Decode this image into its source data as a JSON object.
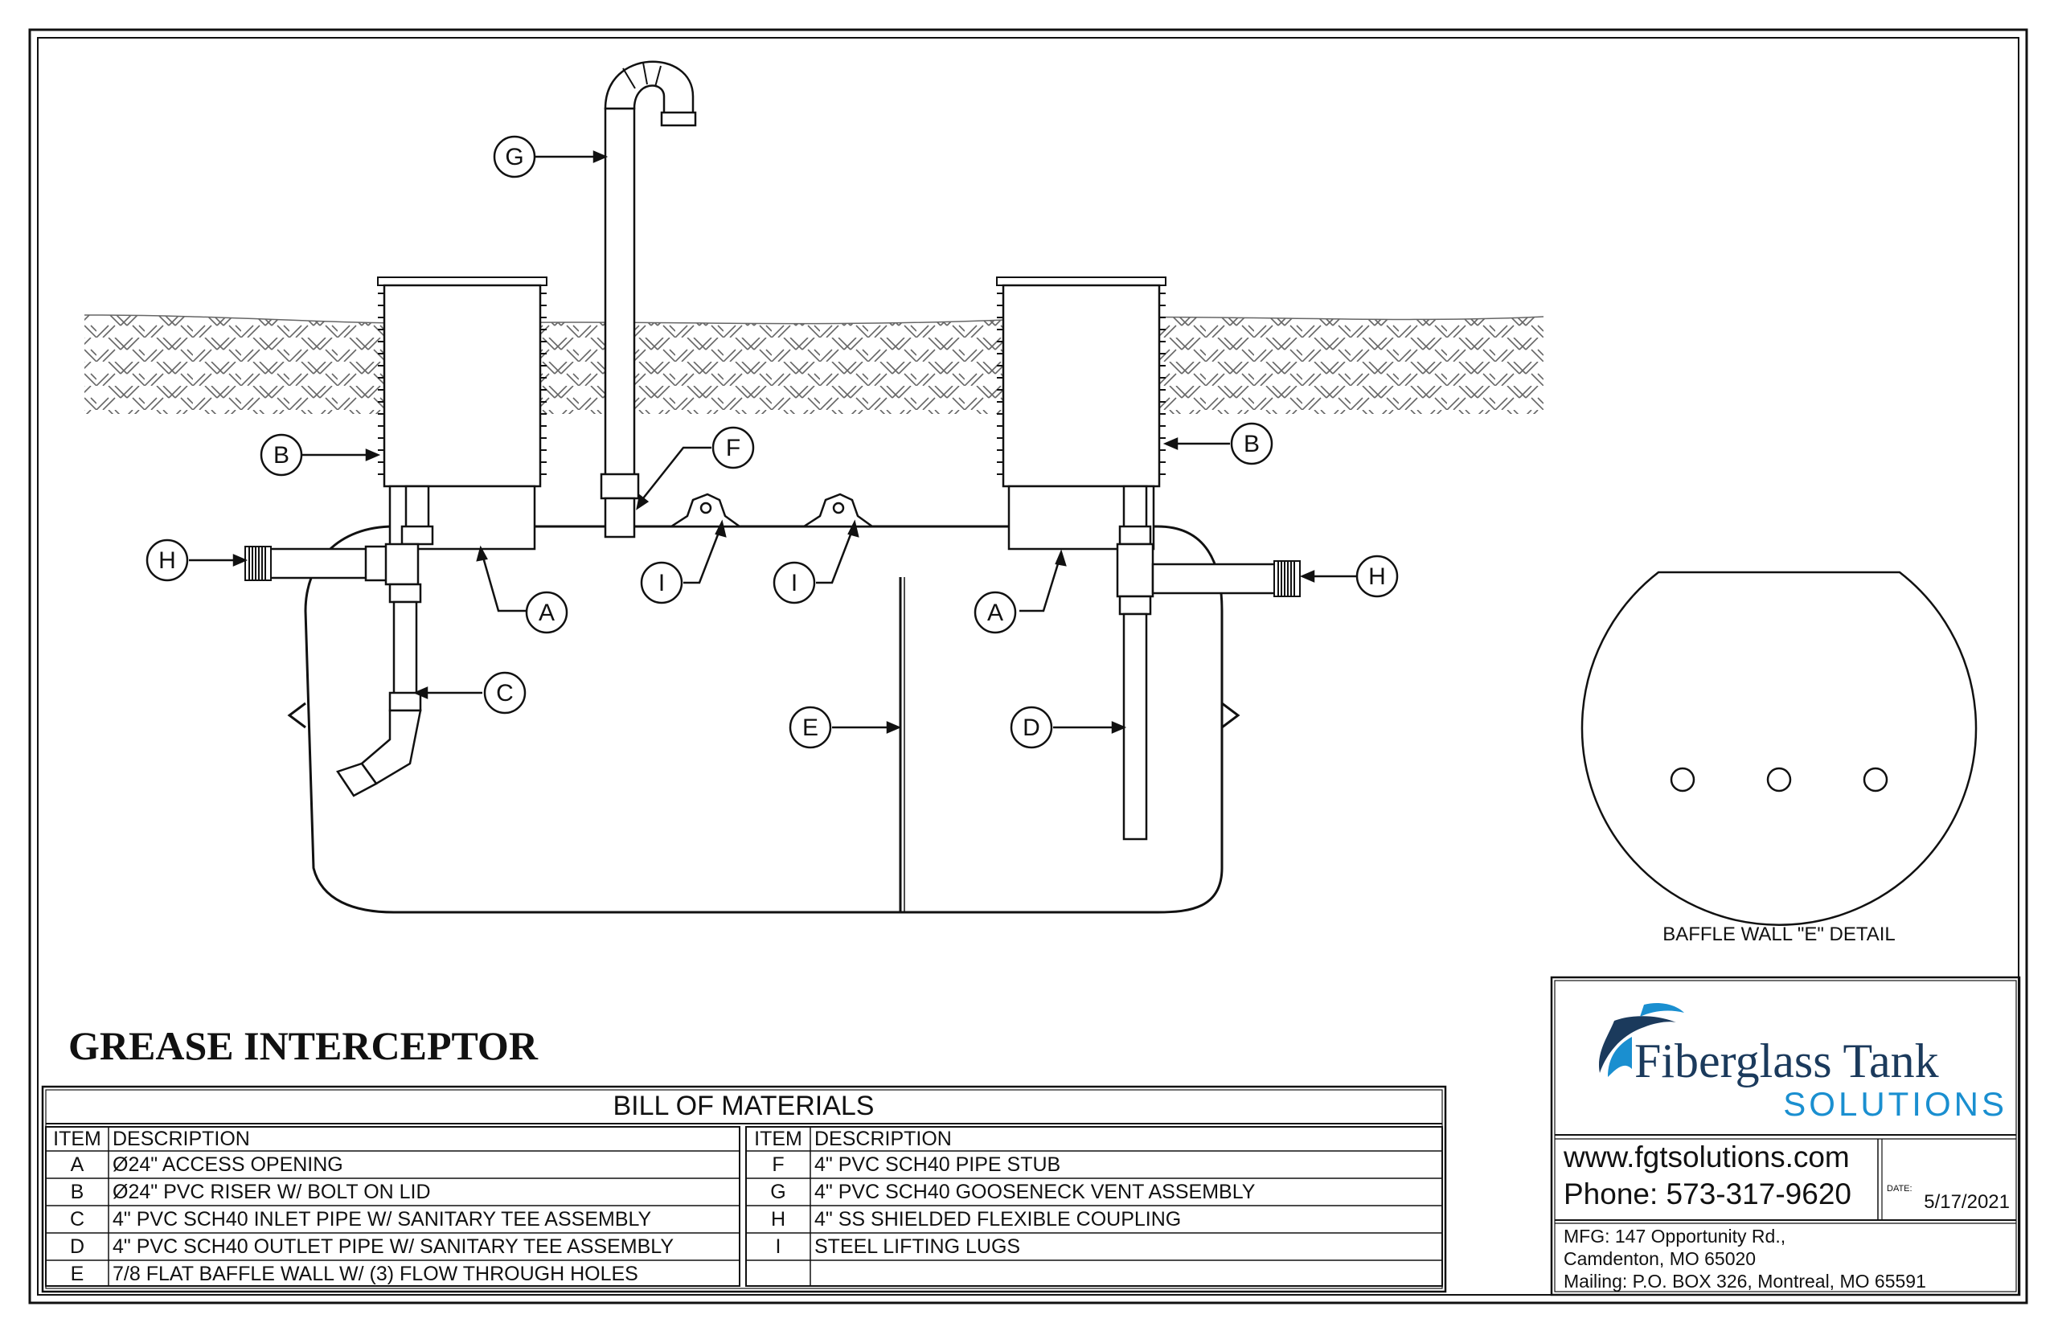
{
  "drawing_title": "GREASE INTERCEPTOR",
  "callouts": {
    "A": "A",
    "B": "B",
    "C": "C",
    "D": "D",
    "E": "E",
    "F": "F",
    "G": "G",
    "H": "H",
    "I": "I"
  },
  "baffle_detail": {
    "caption": "BAFFLE WALL \"E\" DETAIL",
    "hole_count": 3
  },
  "bill_of_materials": {
    "title": "BILL OF MATERIALS",
    "headers": {
      "item": "ITEM",
      "description": "DESCRIPTION"
    },
    "left": [
      {
        "item": "A",
        "description": "Ø24\" ACCESS OPENING"
      },
      {
        "item": "B",
        "description": "Ø24\" PVC RISER W/ BOLT ON LID"
      },
      {
        "item": "C",
        "description": "4\" PVC SCH40 INLET PIPE W/ SANITARY TEE ASSEMBLY"
      },
      {
        "item": "D",
        "description": "4\" PVC SCH40 OUTLET PIPE W/ SANITARY TEE ASSEMBLY"
      },
      {
        "item": "E",
        "description": "7/8 FLAT BAFFLE WALL W/ (3) FLOW THROUGH HOLES"
      }
    ],
    "right": [
      {
        "item": "F",
        "description": "4\" PVC SCH40 PIPE STUB"
      },
      {
        "item": "G",
        "description": "4\" PVC SCH40 GOOSENECK VENT ASSEMBLY"
      },
      {
        "item": "H",
        "description": "4\" SS SHIELDED FLEXIBLE COUPLING"
      },
      {
        "item": "I",
        "description": "STEEL LIFTING LUGS"
      },
      {
        "item": "",
        "description": ""
      }
    ]
  },
  "title_block": {
    "logo_main": "Fiberglass Tank",
    "logo_sub": "SOLUTIONS",
    "website": "www.fgtsolutions.com",
    "phone": "Phone: 573-317-9620",
    "date_label": "DATE:",
    "date": "5/17/2021",
    "address_line1": "MFG: 147 Opportunity Rd.,",
    "address_line2": "Camdenton, MO 65020",
    "address_line3": "Mailing: P.O. BOX 326, Montreal, MO 65591"
  },
  "colors": {
    "logo_navy": "#1b3a5c",
    "logo_blue": "#1a8fd0",
    "line": "#111111",
    "soil": "#555555"
  }
}
